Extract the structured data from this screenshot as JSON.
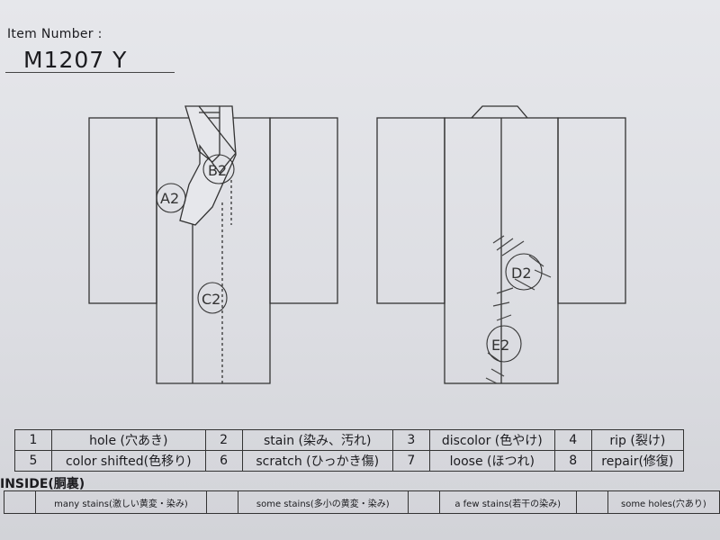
{
  "header": {
    "item_label": "Item Number :",
    "item_number": "M1207  Y"
  },
  "front_marks": [
    {
      "id": "A2",
      "label": "A2"
    },
    {
      "id": "B2",
      "label": "B2"
    },
    {
      "id": "C2",
      "label": "C2"
    }
  ],
  "back_marks": [
    {
      "id": "D2",
      "label": "D2"
    },
    {
      "id": "E2",
      "label": "E2"
    }
  ],
  "legend": [
    {
      "num": "1",
      "label": "hole (穴あき)"
    },
    {
      "num": "2",
      "label": "stain (染み、汚れ)"
    },
    {
      "num": "3",
      "label": "discolor (色やけ)"
    },
    {
      "num": "4",
      "label": "rip (裂け)"
    },
    {
      "num": "5",
      "label": "color shifted(色移り)"
    },
    {
      "num": "6",
      "label": "scratch (ひっかき傷)"
    },
    {
      "num": "7",
      "label": "loose (ほつれ)"
    },
    {
      "num": "8",
      "label": "repair(修復)"
    }
  ],
  "inside": {
    "title": "INSIDE(胴裏)",
    "options": [
      "many stains(激しい黄変・染み)",
      "some stains(多小の黄変・染み)",
      "a few stains(若干の染み)",
      "some holes(穴あり)"
    ]
  }
}
